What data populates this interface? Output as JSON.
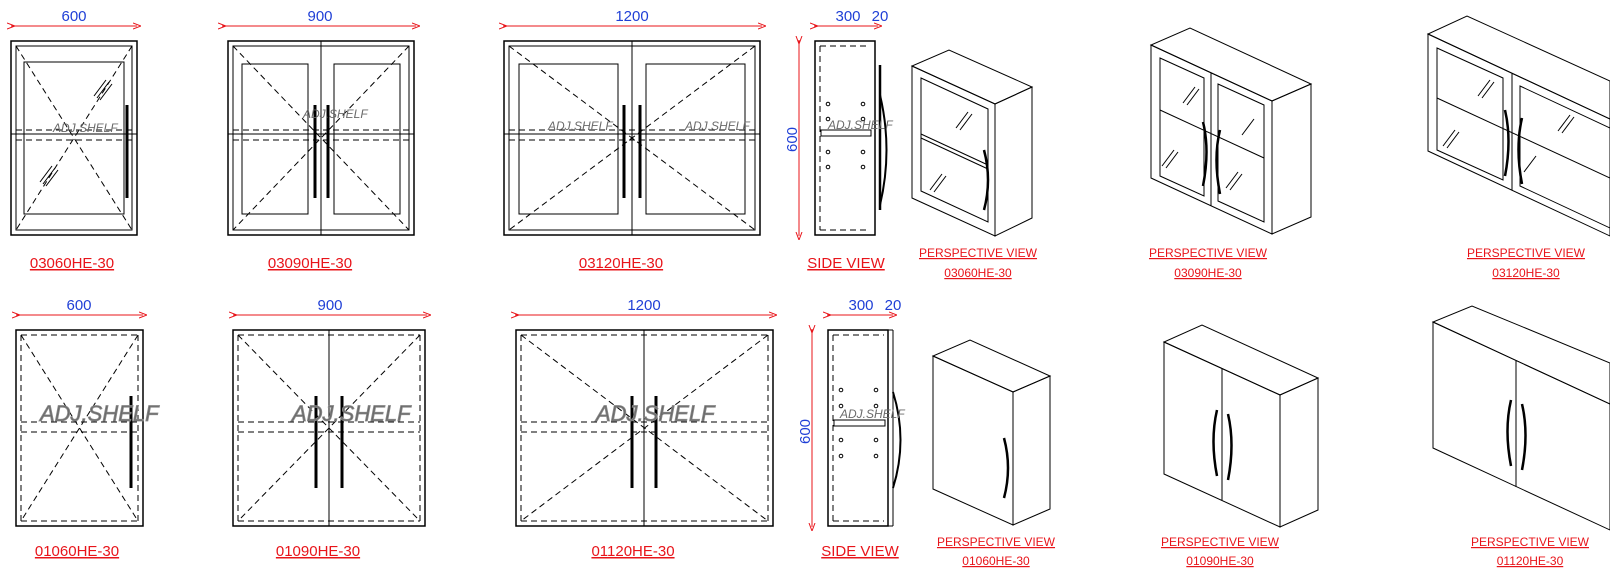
{
  "dimensions": {
    "w600": "600",
    "w900": "900",
    "w1200": "1200",
    "depth": "300",
    "thick": "20",
    "height": "600"
  },
  "adj_shelf": "ADJ.SHELF",
  "rows": [
    {
      "models": [
        "03060HE-30",
        "03090HE-30",
        "03120HE-30"
      ],
      "side_label": "SIDE VIEW",
      "perspective_label": "PERSPECTIVE VIEW",
      "perspective_models": [
        "03060HE-30",
        "03090HE-30",
        "03120HE-30"
      ]
    },
    {
      "models": [
        "01060HE-30",
        "01090HE-30",
        "01120HE-30"
      ],
      "side_label": "SIDE VIEW",
      "perspective_label": "PERSPECTIVE VIEW",
      "perspective_models": [
        "01060HE-30",
        "01090HE-30",
        "01120HE-30"
      ]
    }
  ]
}
